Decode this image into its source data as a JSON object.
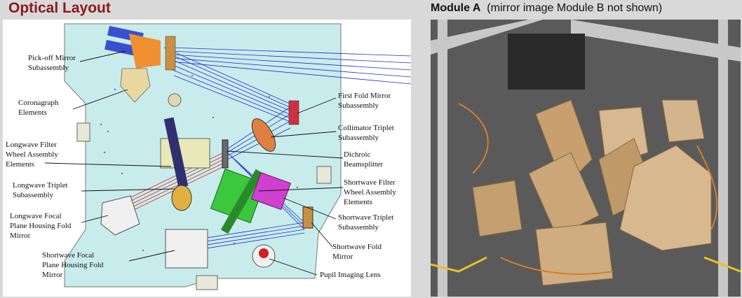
{
  "header": {
    "left_title": "Optical Layout",
    "right_title_bold": "Module A",
    "right_title_rest": "(mirror image Module B not shown)"
  },
  "labels": {
    "pickoff": [
      "Pick-off Mirror",
      "Subassembly"
    ],
    "coronagraph": [
      "Coronagraph",
      "Elements"
    ],
    "lw_filter": [
      "Longwave Filter",
      "Wheel Assembly",
      "Elements"
    ],
    "lw_triplet": [
      "Longwave Triplet",
      "Subassembly"
    ],
    "lw_focal": [
      "Longwave Focal",
      "Plane Housing Fold",
      "Mirror"
    ],
    "sw_focal": [
      "Shortwave Focal",
      "Plane Housing Fold",
      "Mirror"
    ],
    "first_fold": [
      "First Fold Mirror",
      "Subassembly"
    ],
    "collimator": [
      "Collimator Triplet",
      "Subassembly"
    ],
    "dichroic": [
      "Dichroic",
      "Beamsplitter"
    ],
    "sw_filter": [
      "Shortwave Filter",
      "Wheel  Assembly",
      "Elements"
    ],
    "sw_triplet": [
      "Shortwave Triplet",
      "Subassembly"
    ],
    "sw_fold": [
      "Shortwave Fold",
      "Mirror"
    ],
    "pupil": [
      "Pupil Imaging Lens"
    ]
  },
  "colors": {
    "title": "#8b1a1a",
    "bench": "#c8ecec",
    "blue_beam": "#1f2fd0",
    "red_beam": "#e02020",
    "green_wheel": "#3cc83c",
    "magenta_wheel": "#d040d0",
    "gold": "#d8b060"
  }
}
